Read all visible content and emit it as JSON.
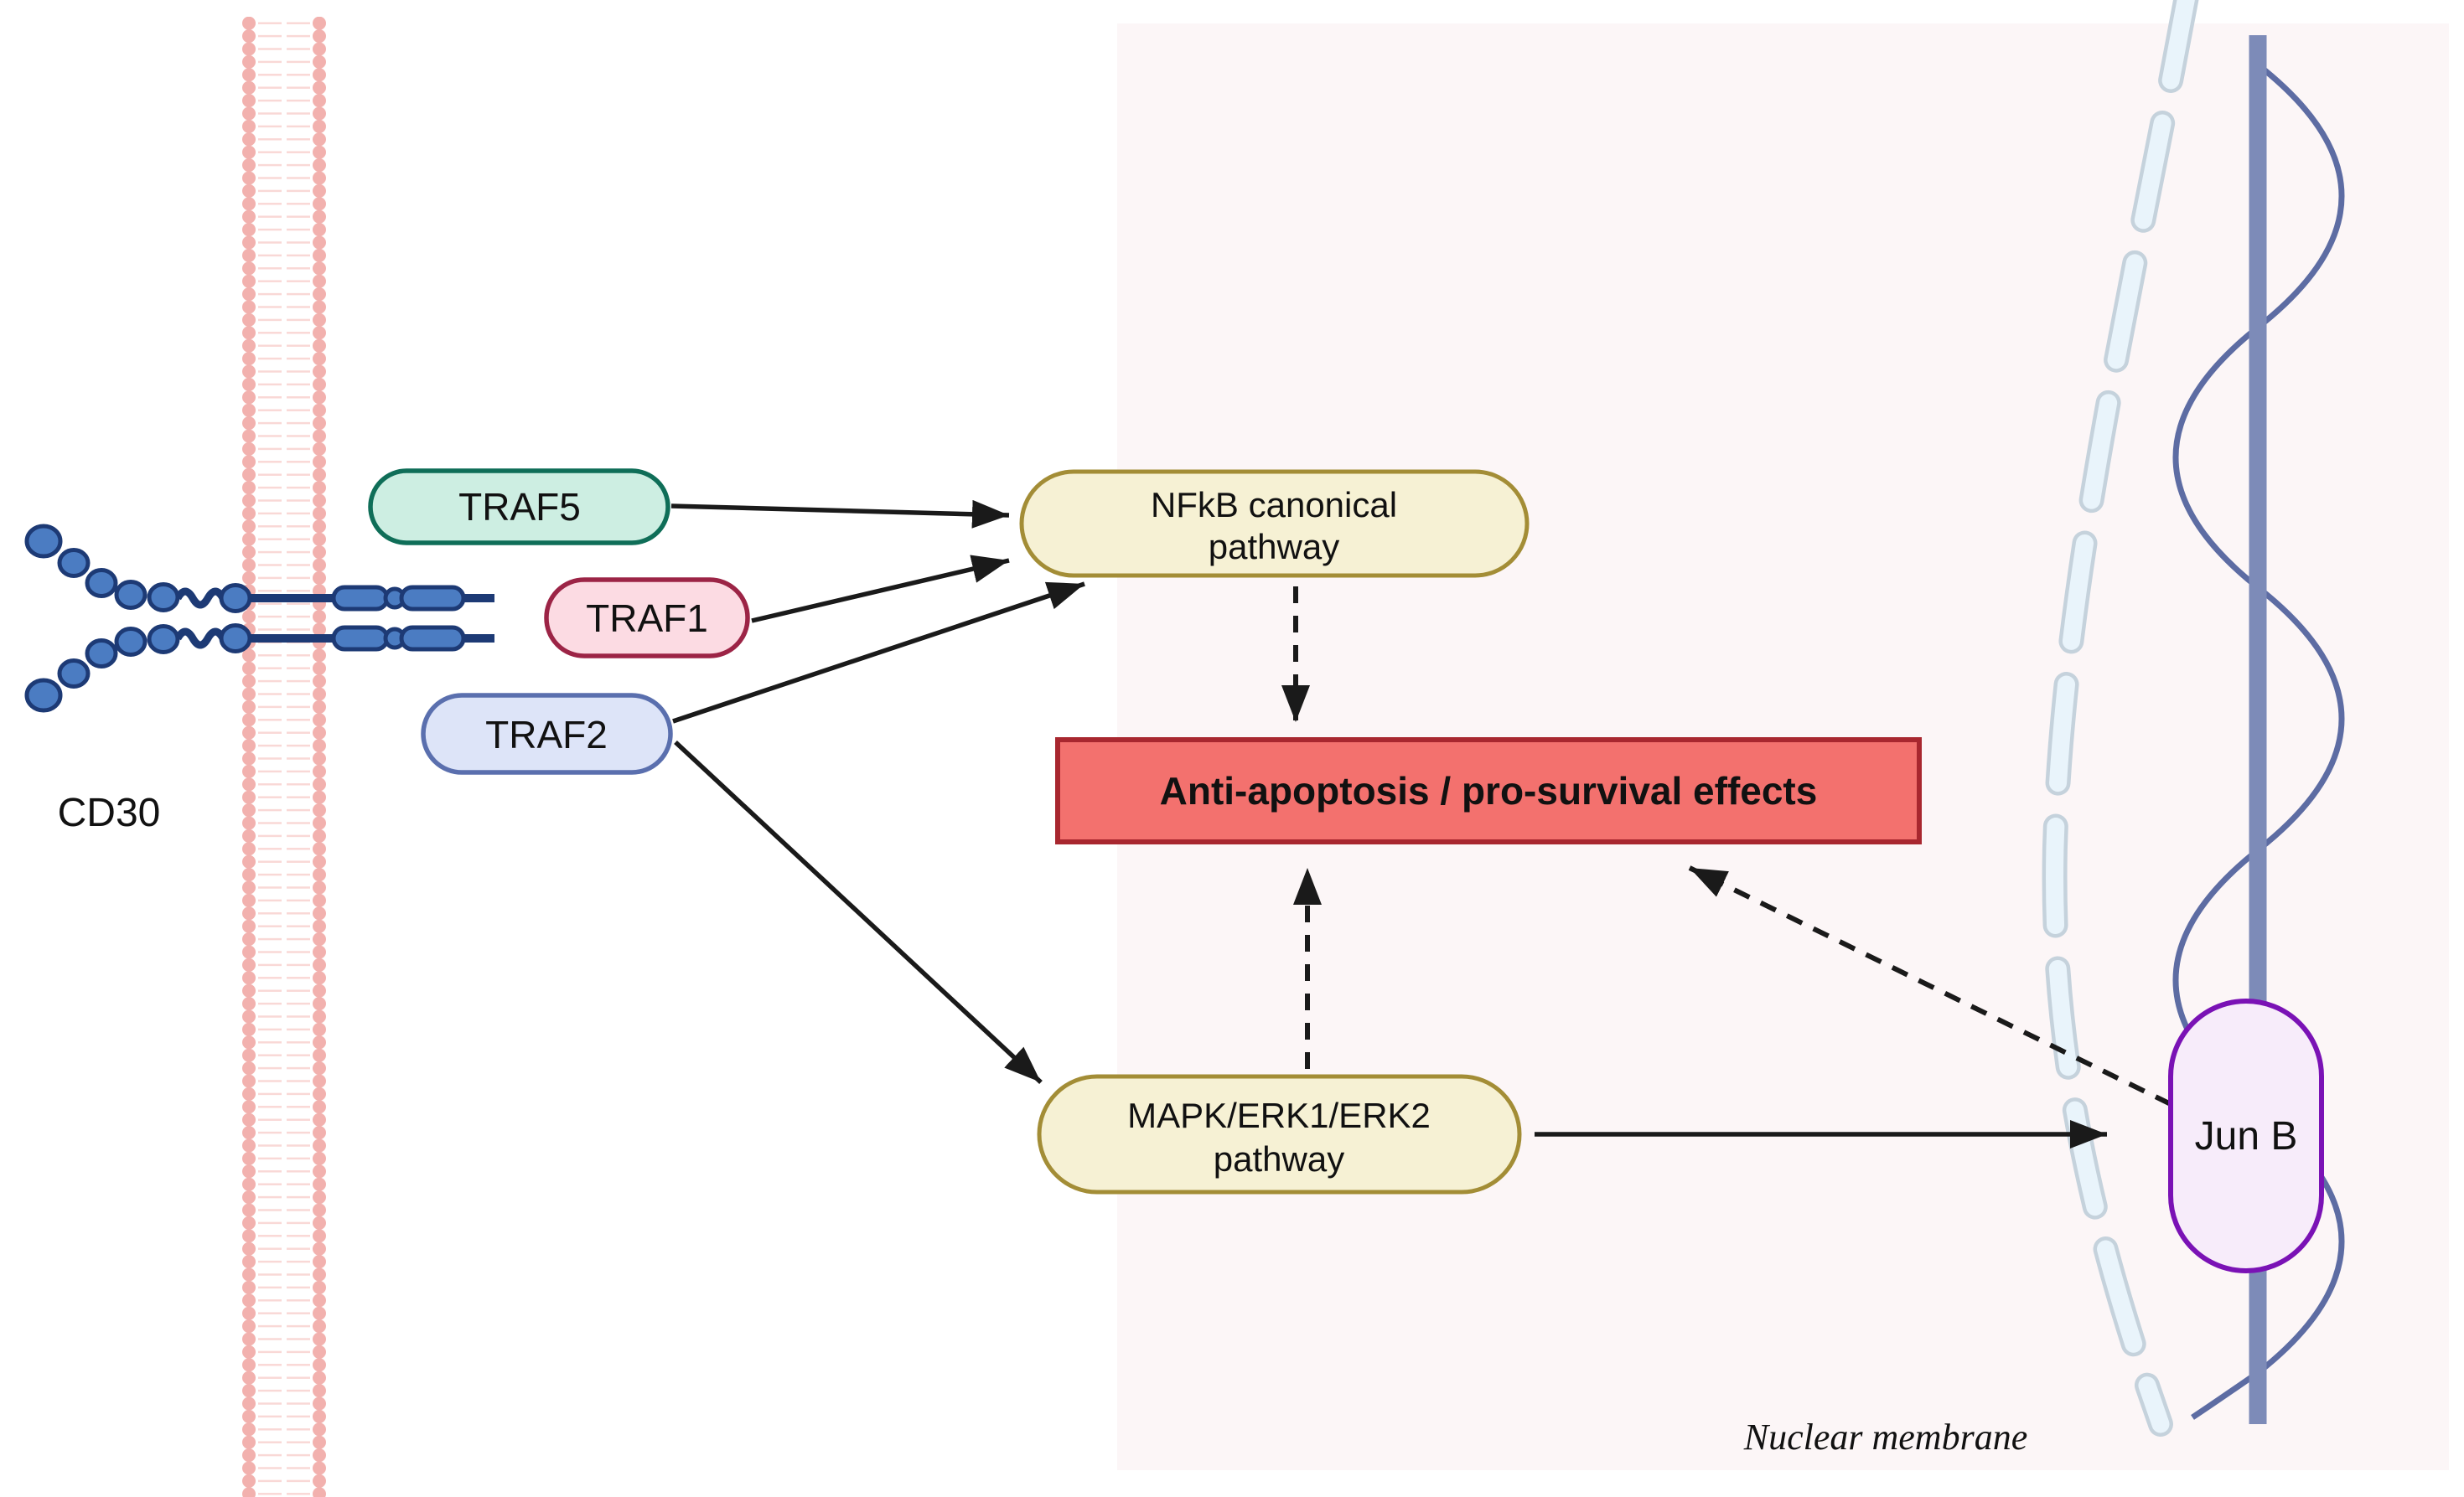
{
  "diagram": {
    "receptor": {
      "label": "CD30"
    },
    "nodes": {
      "traf5": {
        "label": "TRAF5",
        "fill": "#cdeee2",
        "border": "#0f6e58"
      },
      "traf1": {
        "label": "TRAF1",
        "fill": "#fcdbe3",
        "border": "#9c2446"
      },
      "traf2": {
        "label": "TRAF2",
        "fill": "#dde4f8",
        "border": "#5a6fae"
      },
      "nfkb": {
        "label_line1": "NFkB canonical",
        "label_line2": "pathway",
        "fill": "#f6f1d4",
        "border": "#a38d36"
      },
      "mapk": {
        "label_line1": "MAPK/ERK1/ERK2",
        "label_line2": "pathway",
        "fill": "#f6f1d4",
        "border": "#a38d36"
      },
      "effects": {
        "label": "Anti-apoptosis / pro-survival effects",
        "fill": "#f3716e",
        "border": "#a8272f",
        "text_color": "#ffffff"
      },
      "junb": {
        "label": "Jun B",
        "fill": "#f7ecfa",
        "border": "#7a12b5"
      }
    },
    "annotations": {
      "nuclear_membrane": "Nuclear membrane"
    },
    "colors": {
      "cell_bg": "#ffffff",
      "cytoplasm_panel": "#fcf6f7",
      "lipid_head": "#f2b1ae",
      "lipid_tail": "#f9d8d6",
      "receptor_fill": "#4b7cc2",
      "receptor_stroke": "#1d3a75",
      "arrow": "#1a1a1a",
      "dna_rod": "#7d8bb8",
      "dna_strand": "#5d6ca3",
      "nuclear_membrane_dash": "#e9f4fb",
      "nuclear_membrane_dash_border": "#c5d2dc"
    }
  }
}
